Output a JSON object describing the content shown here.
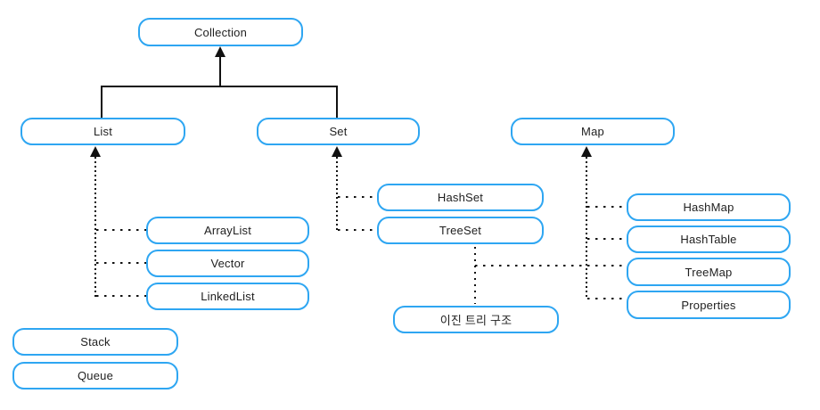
{
  "diagram": {
    "nodes": {
      "collection": {
        "label": "Collection"
      },
      "list": {
        "label": "List"
      },
      "set": {
        "label": "Set"
      },
      "map": {
        "label": "Map"
      },
      "arraylist": {
        "label": "ArrayList"
      },
      "vector": {
        "label": "Vector"
      },
      "linkedlist": {
        "label": "LinkedList"
      },
      "stack": {
        "label": "Stack"
      },
      "queue": {
        "label": "Queue"
      },
      "hashset": {
        "label": "HashSet"
      },
      "treeset": {
        "label": "TreeSet"
      },
      "binary_tree": {
        "label": "이진 트리 구조"
      },
      "hashmap": {
        "label": "HashMap"
      },
      "hashtable": {
        "label": "HashTable"
      },
      "treemap": {
        "label": "TreeMap"
      },
      "properties": {
        "label": "Properties"
      }
    },
    "edges": [
      {
        "from": "List",
        "to": "Collection",
        "style": "solid-arrow"
      },
      {
        "from": "Set",
        "to": "Collection",
        "style": "solid-arrow"
      },
      {
        "from": "ArrayList",
        "to": "List",
        "style": "dotted-arrow"
      },
      {
        "from": "Vector",
        "to": "List",
        "style": "dotted-arrow"
      },
      {
        "from": "LinkedList",
        "to": "List",
        "style": "dotted-arrow"
      },
      {
        "from": "HashSet",
        "to": "Set",
        "style": "dotted-arrow"
      },
      {
        "from": "TreeSet",
        "to": "Set",
        "style": "dotted-arrow"
      },
      {
        "from": "HashMap",
        "to": "Map",
        "style": "dotted-arrow"
      },
      {
        "from": "HashTable",
        "to": "Map",
        "style": "dotted-arrow"
      },
      {
        "from": "TreeMap",
        "to": "Map",
        "style": "dotted-arrow"
      },
      {
        "from": "Properties",
        "to": "Map",
        "style": "dotted-arrow"
      },
      {
        "from": "이진 트리 구조",
        "to": "TreeSet",
        "style": "dotted"
      },
      {
        "from": "이진 트리 구조",
        "to": "TreeMap",
        "style": "dotted"
      }
    ],
    "colors": {
      "node_border": "#2ea6f2",
      "line": "#111111",
      "text": "#1f1f1f",
      "background": "#ffffff"
    }
  }
}
